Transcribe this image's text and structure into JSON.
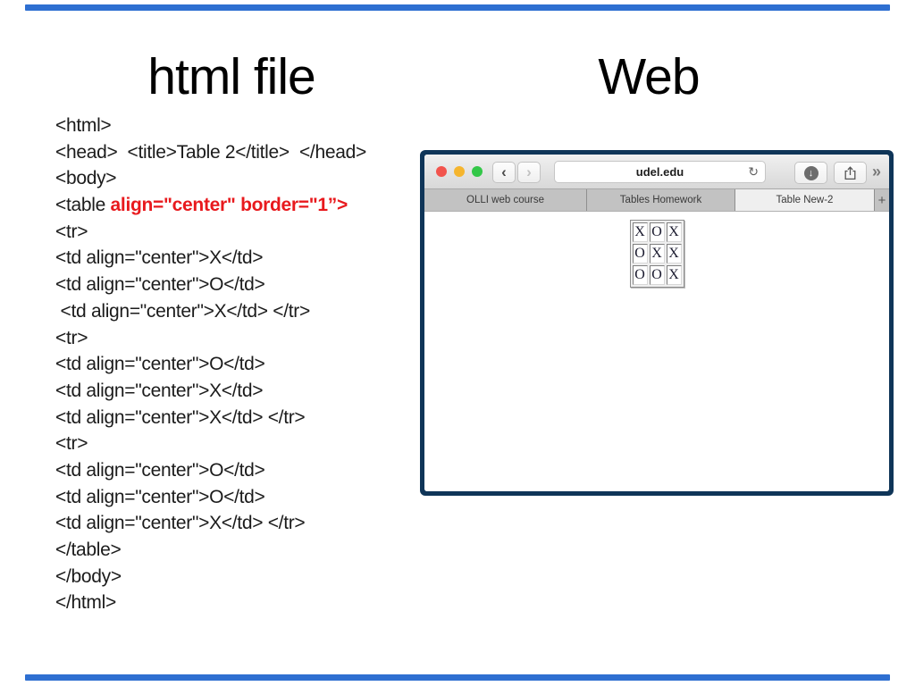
{
  "slide": {
    "title_left": "html file",
    "title_right": "Web",
    "accent_color": "#2e6fd1"
  },
  "code": {
    "highlight_color": "#e8191d",
    "lines": [
      {
        "t": "<html>",
        "r": ""
      },
      {
        "t": "<head>  <title>Table 2</title>  </head>",
        "r": ""
      },
      {
        "t": "<body>",
        "r": ""
      },
      {
        "t": "<table ",
        "r": "align=\"center\" border=\"1”>"
      },
      {
        "t": "<tr>",
        "r": ""
      },
      {
        "t": "<td align=\"center\">X</td>",
        "r": ""
      },
      {
        "t": "<td align=\"center\">O</td>",
        "r": ""
      },
      {
        "t": " <td align=\"center\">X</td> </tr>",
        "r": ""
      },
      {
        "t": "<tr>",
        "r": ""
      },
      {
        "t": "<td align=\"center\">O</td>",
        "r": ""
      },
      {
        "t": "<td align=\"center\">X</td>",
        "r": ""
      },
      {
        "t": "<td align=\"center\">X</td> </tr>",
        "r": ""
      },
      {
        "t": "<tr>",
        "r": ""
      },
      {
        "t": "<td align=\"center\">O</td>",
        "r": ""
      },
      {
        "t": "<td align=\"center\">O</td>",
        "r": ""
      },
      {
        "t": "<td align=\"center\">X</td> </tr>",
        "r": ""
      },
      {
        "t": "</table>",
        "r": ""
      },
      {
        "t": "</body>",
        "r": ""
      },
      {
        "t": "</html>",
        "r": ""
      }
    ]
  },
  "browser": {
    "url": "udel.edu",
    "back_icon": "‹",
    "forward_icon": "›",
    "reload_icon": "↻",
    "download_icon": "↓",
    "more_icon": "»",
    "new_tab_icon": "+",
    "traffic_lights": {
      "close": "#f2544d",
      "minimize": "#f5b52e",
      "zoom": "#33c748"
    },
    "tabs": [
      {
        "label": "OLLI web course",
        "active": false
      },
      {
        "label": "Tables Homework",
        "active": false
      },
      {
        "label": "Table New-2",
        "active": true
      }
    ],
    "page_table": {
      "rows": [
        [
          "X",
          "O",
          "X"
        ],
        [
          "O",
          "X",
          "X"
        ],
        [
          "O",
          "O",
          "X"
        ]
      ]
    }
  }
}
